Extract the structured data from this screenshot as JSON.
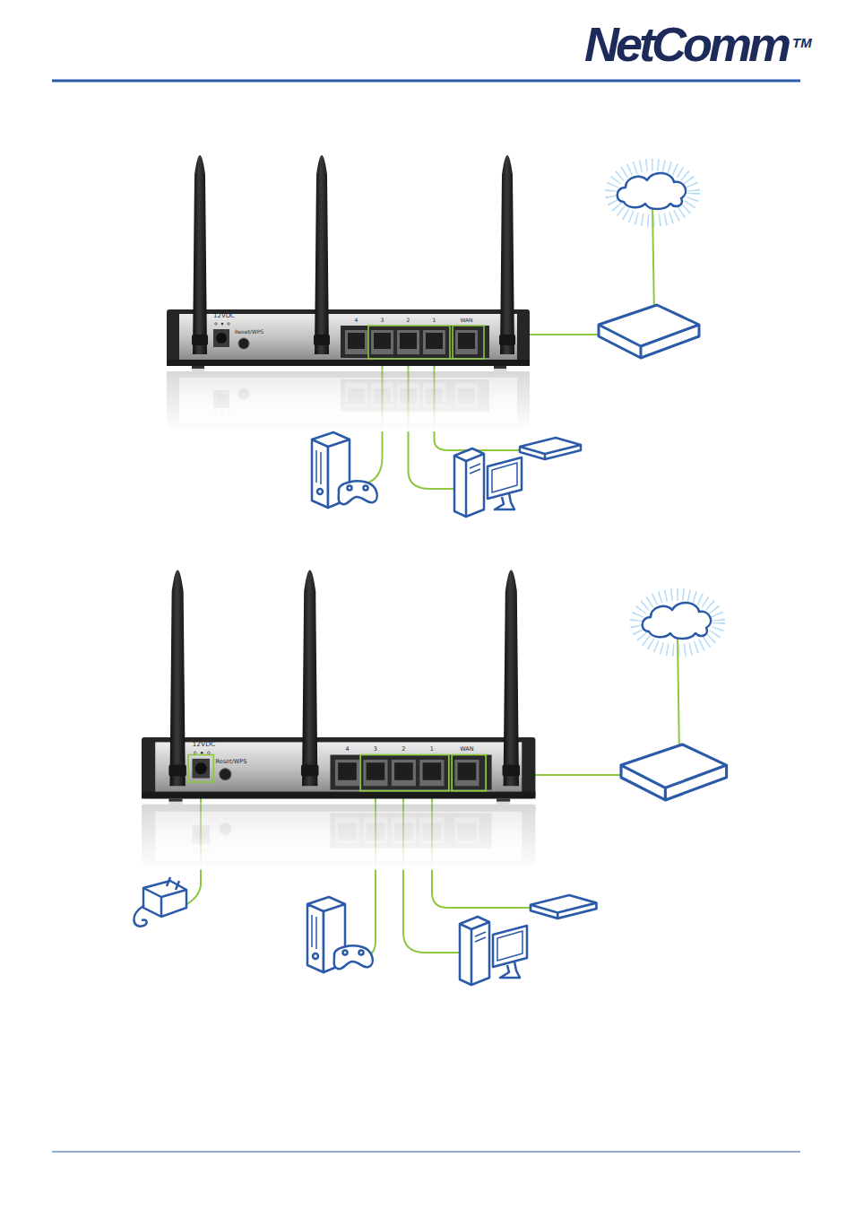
{
  "diagram": {
    "labels": [
      "NetComm",
      "TM",
      "12VDC",
      "Reset/WPS",
      "4",
      "3",
      "2",
      "1",
      "WAN",
      "12VDC",
      "Reset/WPS",
      "4",
      "3",
      "2",
      "1",
      "WAN"
    ]
  }
}
